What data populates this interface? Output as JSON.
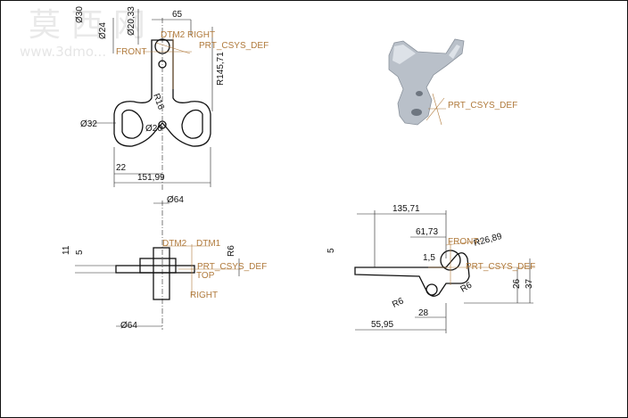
{
  "watermark": {
    "chars": "莫 西 网",
    "url": "www.3dmo..."
  },
  "refs": {
    "dtm2": "DTM2",
    "dtm1": "DTM1",
    "front": "FRONT",
    "top": "TOP",
    "right": "RIGHT",
    "csys": "PRT_CSYS_DEF",
    "dtm2_right_overlap": "DTM2 RIGHT"
  },
  "top_view": {
    "d30": "Ø30",
    "d24": "Ø24",
    "d20_33": "Ø20,33",
    "d65": "65",
    "r145": "R145,71",
    "r16": "R16",
    "d32": "Ø32",
    "d20": "Ø20",
    "d22": "22",
    "d151": "151,99"
  },
  "front_view": {
    "d64_top": "Ø64",
    "d11": "11",
    "d5": "5",
    "r6": "R6",
    "d64_bottom": "Ø64"
  },
  "side_view": {
    "d135": "135,71",
    "d61": "61,73",
    "r26": "R26,89",
    "d5": "5",
    "d1_5": "1,5",
    "r6_a": "R6",
    "r6_b": "R6",
    "d26": "26",
    "d37": "37",
    "d28": "28",
    "d55": "55,95"
  },
  "iso_view": {
    "csys": "PRT_CSYS_DEF"
  }
}
